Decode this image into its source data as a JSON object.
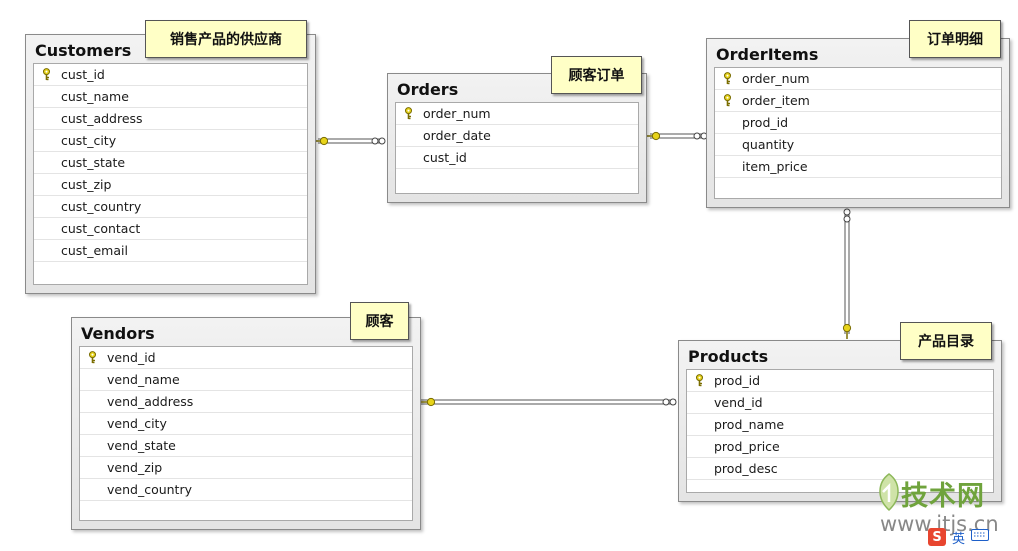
{
  "tables": {
    "customers": {
      "title": "Customers",
      "fields": [
        {
          "name": "cust_id",
          "pk": true
        },
        {
          "name": "cust_name",
          "pk": false
        },
        {
          "name": "cust_address",
          "pk": false
        },
        {
          "name": "cust_city",
          "pk": false
        },
        {
          "name": "cust_state",
          "pk": false
        },
        {
          "name": "cust_zip",
          "pk": false
        },
        {
          "name": "cust_country",
          "pk": false
        },
        {
          "name": "cust_contact",
          "pk": false
        },
        {
          "name": "cust_email",
          "pk": false
        }
      ]
    },
    "orders": {
      "title": "Orders",
      "fields": [
        {
          "name": "order_num",
          "pk": true
        },
        {
          "name": "order_date",
          "pk": false
        },
        {
          "name": "cust_id",
          "pk": false
        }
      ]
    },
    "orderitems": {
      "title": "OrderItems",
      "fields": [
        {
          "name": "order_num",
          "pk": true
        },
        {
          "name": "order_item",
          "pk": true
        },
        {
          "name": "prod_id",
          "pk": false
        },
        {
          "name": "quantity",
          "pk": false
        },
        {
          "name": "item_price",
          "pk": false
        }
      ]
    },
    "vendors": {
      "title": "Vendors",
      "fields": [
        {
          "name": "vend_id",
          "pk": true
        },
        {
          "name": "vend_name",
          "pk": false
        },
        {
          "name": "vend_address",
          "pk": false
        },
        {
          "name": "vend_city",
          "pk": false
        },
        {
          "name": "vend_state",
          "pk": false
        },
        {
          "name": "vend_zip",
          "pk": false
        },
        {
          "name": "vend_country",
          "pk": false
        }
      ]
    },
    "products": {
      "title": "Products",
      "fields": [
        {
          "name": "prod_id",
          "pk": true
        },
        {
          "name": "vend_id",
          "pk": false
        },
        {
          "name": "prod_name",
          "pk": false
        },
        {
          "name": "prod_price",
          "pk": false
        },
        {
          "name": "prod_desc",
          "pk": false
        }
      ]
    }
  },
  "notes": {
    "customers": "销售产品的供应商",
    "orders": "顾客订单",
    "orderitems": "订单明细",
    "vendors": "顾客",
    "products": "产品目录"
  },
  "icons": {
    "primary_key": "key-icon",
    "relationship_one": "key-end-icon",
    "relationship_many": "infinity-end-icon"
  },
  "colors": {
    "note_background": "#ffffc6",
    "key": "#d8c21a",
    "watermark_green": "#6fa33c"
  },
  "watermark": {
    "brand": "技术网",
    "url": "www.itjs.cn",
    "ime_icon": "S",
    "ime_text": "英"
  }
}
